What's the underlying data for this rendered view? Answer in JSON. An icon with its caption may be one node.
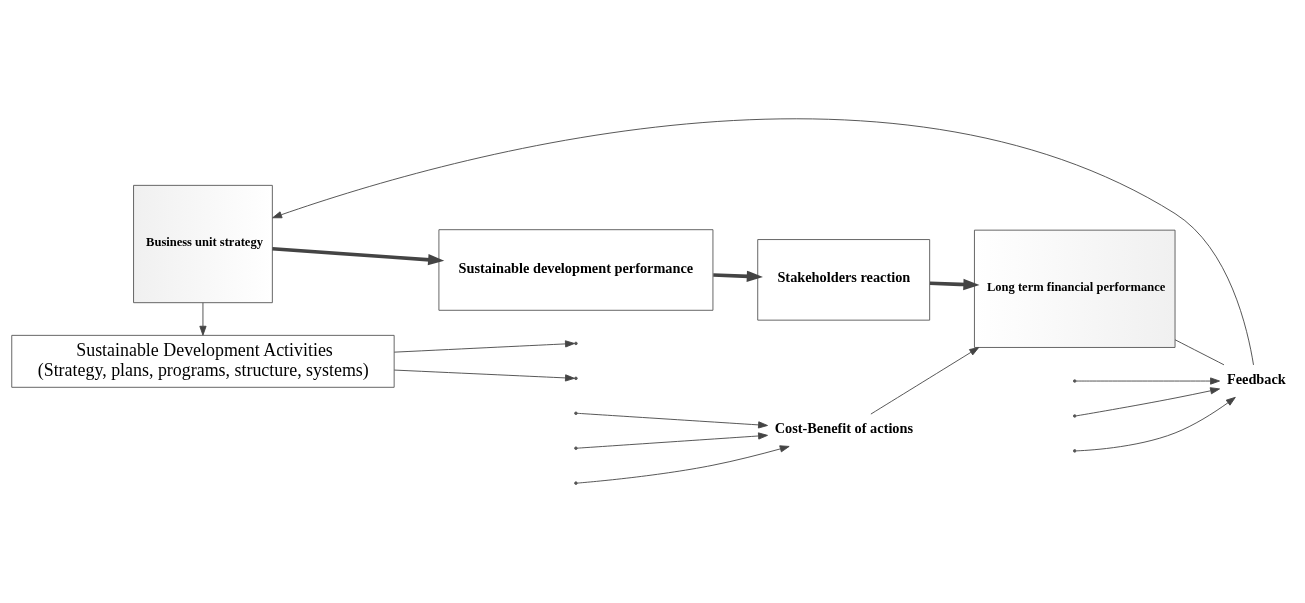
{
  "diagram": {
    "nodes": [
      {
        "text": [
          "Sustainable Development Activities",
          "(Strategy, plans, programs, structure, systems)"
        ]
      },
      {
        "text": [
          "Business unit strategy"
        ]
      },
      {
        "text": [
          "Sustainable development performance"
        ]
      },
      {
        "text": [
          "Stakeholders reaction"
        ]
      },
      {
        "text": [
          "Long term financial performance"
        ]
      },
      {
        "text": [
          "Cost-Benefit of actions"
        ]
      },
      {
        "text": [
          "Feedback"
        ]
      }
    ],
    "edges": [
      {
        "from": 1,
        "to": 0,
        "arrow": "to"
      },
      {
        "from": 1,
        "to": 2,
        "arrow": "to",
        "style": "thick"
      },
      {
        "from": 2,
        "to": 3,
        "arrow": "to",
        "style": "thick"
      },
      {
        "from": 3,
        "to": 4,
        "arrow": "to",
        "style": "thick"
      },
      {
        "from": 0,
        "to": null,
        "arrow": "to"
      },
      {
        "from": 0,
        "to": null,
        "arrow": "to"
      },
      {
        "from": null,
        "to": 5,
        "arrow": "to"
      },
      {
        "from": null,
        "to": 5,
        "arrow": "to"
      },
      {
        "from": null,
        "to": 5,
        "arrow": "to"
      },
      {
        "from": 5,
        "to": 4,
        "arrow": "to"
      },
      {
        "from": null,
        "to": 6,
        "arrow": "to"
      },
      {
        "from": null,
        "to": 6,
        "arrow": "to"
      },
      {
        "from": null,
        "to": 6,
        "arrow": "to"
      },
      {
        "from": 4,
        "to": 6,
        "arrow": "none"
      },
      {
        "from": 6,
        "to": 1,
        "arrow": "to"
      }
    ]
  }
}
